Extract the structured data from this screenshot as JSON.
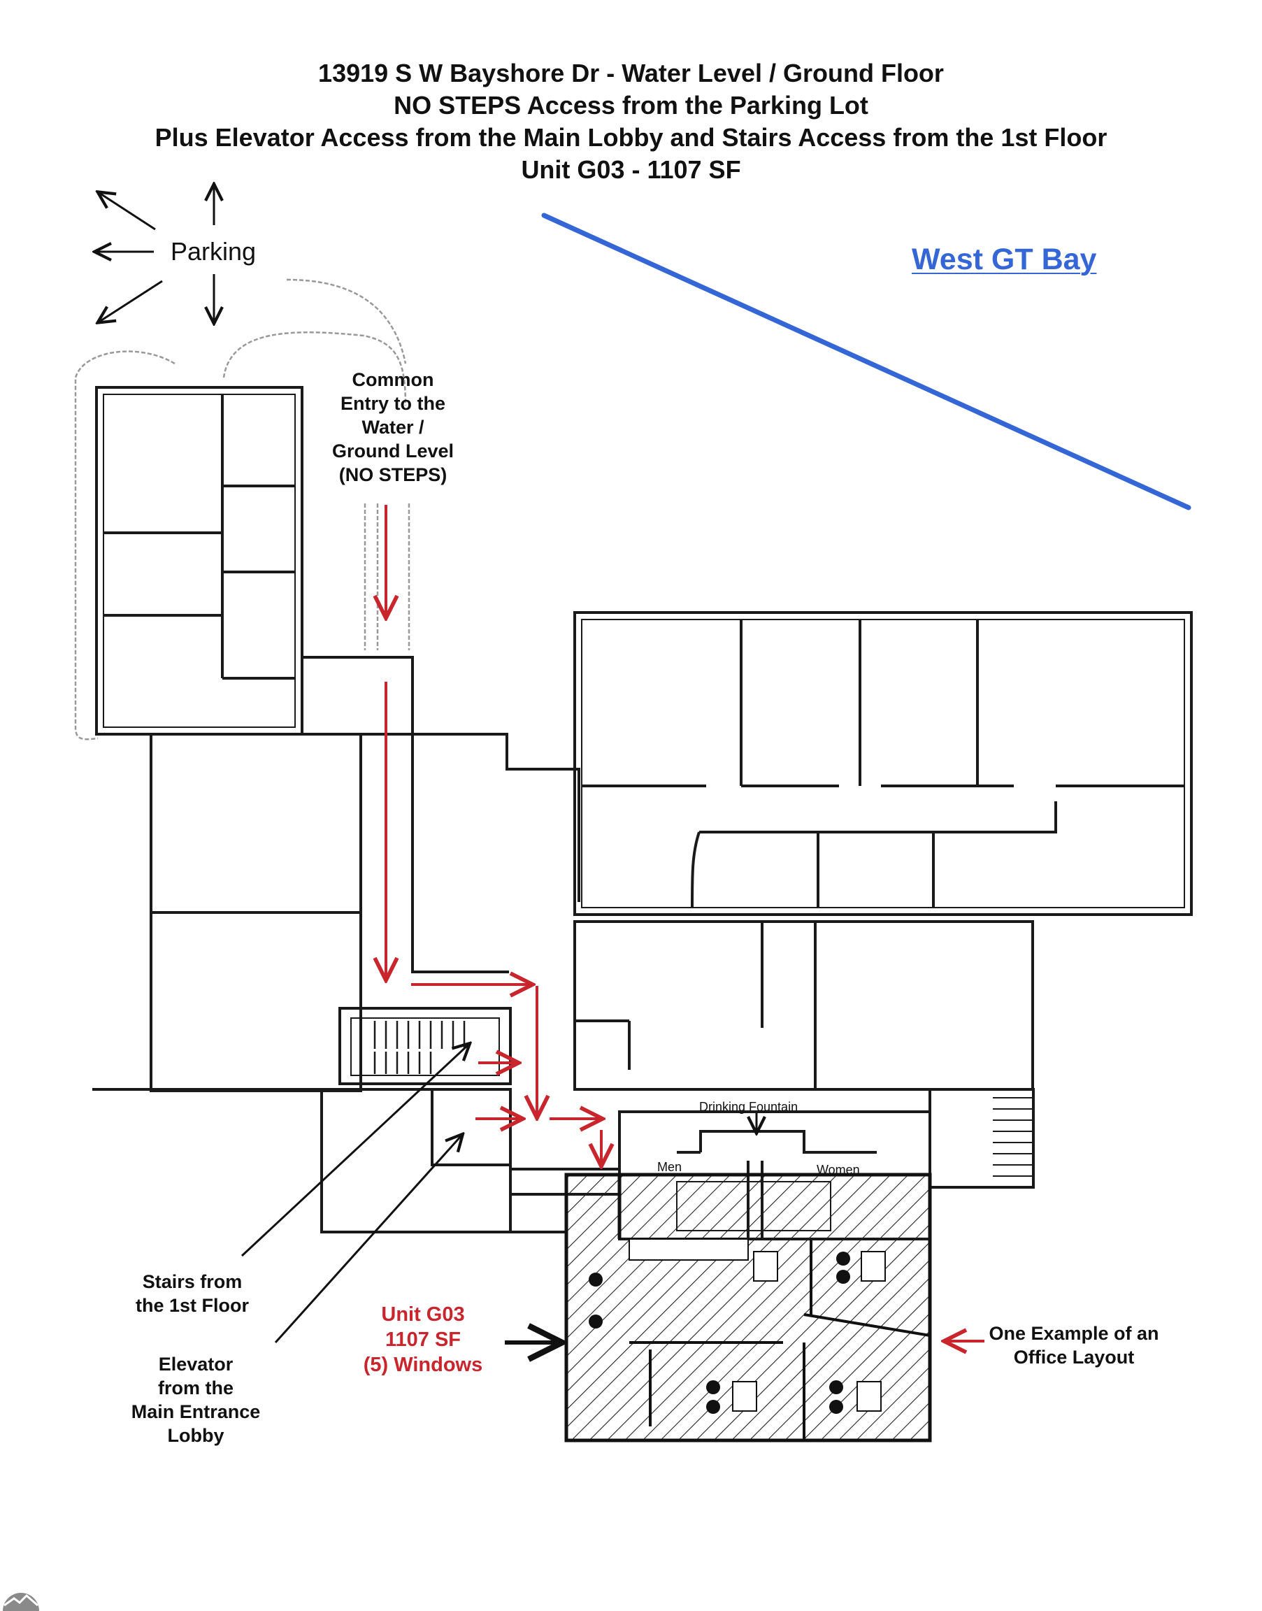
{
  "title": {
    "lines": [
      "13919 S W Bayshore Dr - Water Level / Ground Floor",
      "NO STEPS Access from the Parking Lot",
      "Plus Elevator Access from the Main Lobby and Stairs Access from the 1st Floor",
      "Unit G03 - 1107 SF"
    ]
  },
  "labels": {
    "parking": "Parking",
    "bay": "West GT Bay",
    "common_entry": [
      "Common",
      "Entry to the",
      "Water /",
      "Ground Level",
      "(NO STEPS)"
    ],
    "drinking_fountain": "Drinking Fountain",
    "men": "Men",
    "women": "Women",
    "stairs": [
      "Stairs from",
      "the 1st Floor"
    ],
    "elevator": [
      "Elevator",
      "from the",
      "Main Entrance",
      "Lobby"
    ],
    "unit": [
      "Unit G03",
      "1107 SF",
      "(5) Windows"
    ],
    "office_example": [
      "One Example of an",
      "Office Layout"
    ]
  },
  "colors": {
    "route_red": "#c9252c",
    "bay_line_blue": "#3566d6",
    "wall_black": "#1a1a1a"
  }
}
